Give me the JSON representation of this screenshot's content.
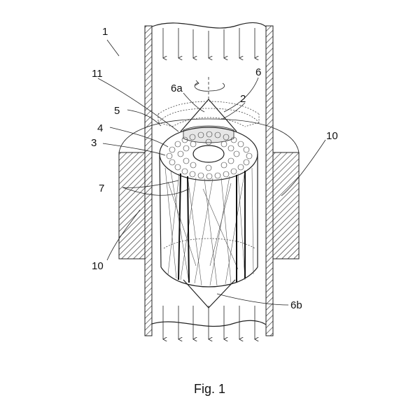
{
  "figure": {
    "caption": "Fig. 1",
    "labels": {
      "l1": "1",
      "l11": "11",
      "l6": "6",
      "l6a": "6a",
      "l2": "2",
      "l5": "5",
      "l4": "4",
      "l3": "3",
      "l10_right": "10",
      "l7": "7",
      "l10_left": "10",
      "l6b": "6b"
    }
  }
}
